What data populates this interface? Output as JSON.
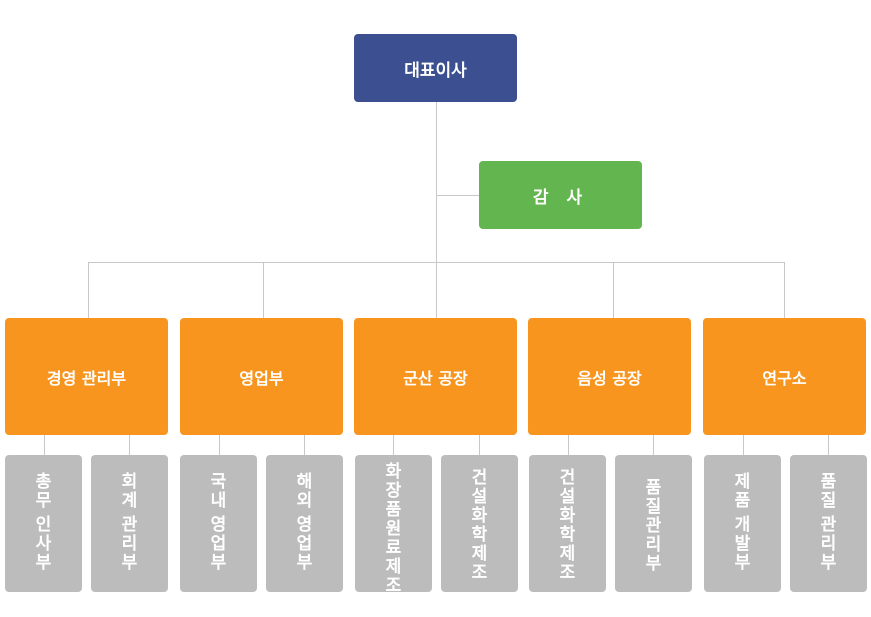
{
  "colors": {
    "ceo": "#3c5091",
    "audit": "#63b54f",
    "dept": "#f7951f",
    "team": "#bcbcbc",
    "line": "#c8c8c8"
  },
  "ceo": {
    "label": "대표이사"
  },
  "audit": {
    "label": "감 사"
  },
  "departments": [
    {
      "label": "경영 관리부",
      "teams": [
        {
          "label": "총무\n인사부"
        },
        {
          "label": "회계\n관리부"
        }
      ]
    },
    {
      "label": "영업부",
      "teams": [
        {
          "label": "국내\n영업부"
        },
        {
          "label": "해외\n영업부"
        }
      ]
    },
    {
      "label": "군산 공장",
      "teams": [
        {
          "label": "화장품원료제조"
        },
        {
          "label": "건설화학제조"
        }
      ]
    },
    {
      "label": "음성 공장",
      "teams": [
        {
          "label": "건설화학제조"
        },
        {
          "label": "품질관리부"
        }
      ]
    },
    {
      "label": "연구소",
      "teams": [
        {
          "label": "제품\n개발부"
        },
        {
          "label": "품질\n관리부"
        }
      ]
    }
  ]
}
